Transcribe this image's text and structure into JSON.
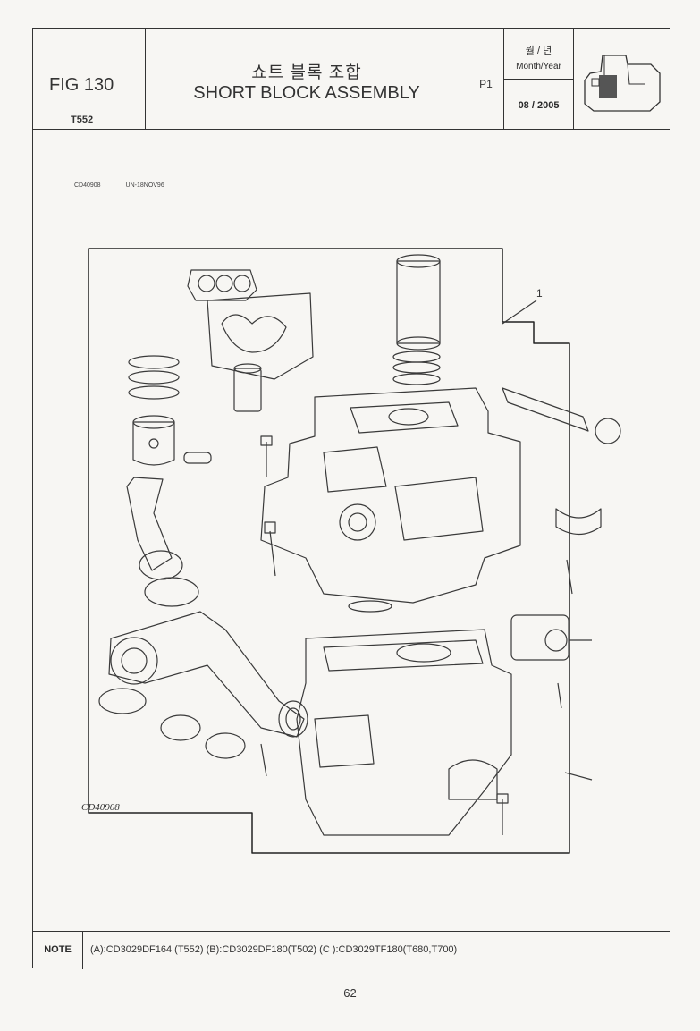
{
  "header": {
    "fig_number": "FIG 130",
    "model": "T552",
    "title_korean": "쇼트 블록 조합",
    "title_english": "SHORT BLOCK ASSEMBLY",
    "page_ref": "P1",
    "date_label_korean": "월 / 년",
    "date_label_english": "Month/Year",
    "date_value": "08 / 2005",
    "tractor_icon": "tractor-icon"
  },
  "diagram": {
    "code_left": "CD40908",
    "code_right": "UN-18NOV96",
    "callout_number": "1",
    "figure_label": "CD40908"
  },
  "note": {
    "label": "NOTE",
    "text": "(A):CD3029DF164 (T552)  (B):CD3029DF180(T502)  (C ):CD3029TF180(T680,T700)"
  },
  "page_number": "62"
}
